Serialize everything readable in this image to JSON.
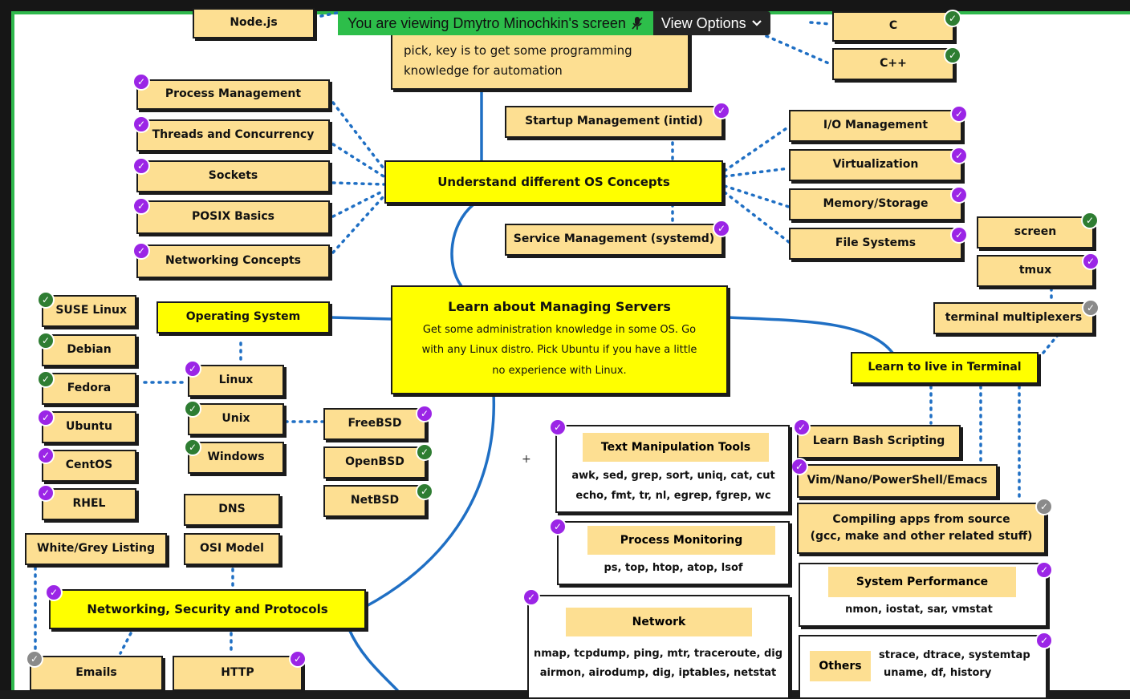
{
  "banner": {
    "viewing_text": "You are viewing Dmytro Minochkin's screen",
    "mic_icon": "mic-muted-icon",
    "view_options_label": "View Options",
    "chevron_icon": "chevron-down-icon"
  },
  "colors": {
    "share_border": "#2fb84c",
    "node_fill": "#fddf92",
    "topic_fill": "#ffff00",
    "connector": "#1f6fc4",
    "done_badge": "#9b25e6",
    "alt_badge": "#2e7d32",
    "skip_badge": "#8a8a8a"
  },
  "roadmap": {
    "top_nodes": {
      "nodejs": "Node.js",
      "programming_line1": "pick, key is to get some programming",
      "programming_line2": "knowledge for automation",
      "c": "C",
      "cpp": "C++"
    },
    "os_concepts": {
      "title": "Understand different OS Concepts",
      "left": [
        "Process Management",
        "Threads and Concurrency",
        "Sockets",
        "POSIX Basics",
        "Networking Concepts"
      ],
      "startup": "Startup Management (intid)",
      "service": "Service Management (systemd)",
      "right": [
        "I/O Management",
        "Virtualization",
        "Memory/Storage",
        "File Systems"
      ]
    },
    "servers": {
      "title": "Learn about Managing Servers",
      "line1": "Get some administration knowledge in some OS. Go",
      "line2": "with any Linux distro. Pick Ubuntu if you have a little",
      "line3": "no experience with Linux."
    },
    "operating_system": {
      "title": "Operating System",
      "distros": [
        "SUSE Linux",
        "Debian",
        "Fedora",
        "Ubuntu",
        "CentOS",
        "RHEL"
      ],
      "linux": "Linux",
      "unix": "Unix",
      "windows": "Windows",
      "bsd": [
        "FreeBSD",
        "OpenBSD",
        "NetBSD"
      ]
    },
    "networking": {
      "title": "Networking, Security and Protocols",
      "dns": "DNS",
      "osi": "OSI Model",
      "whitelist": "White/Grey Listing",
      "emails": "Emails",
      "http": "HTTP"
    },
    "terminal": {
      "title": "Learn to live in Terminal",
      "screen": "screen",
      "tmux": "tmux",
      "multiplexers": "terminal multiplexers",
      "bash": "Learn Bash Scripting",
      "editors": "Vim/Nano/PowerShell/Emacs",
      "compiling_line1": "Compiling apps from source",
      "compiling_line2": "(gcc, make and other related stuff)",
      "text_tools": {
        "label": "Text Manipulation Tools",
        "line1": "awk, sed, grep, sort, uniq, cat, cut",
        "line2": "echo, fmt, tr, nl, egrep, fgrep, wc"
      },
      "process_monitoring": {
        "label": "Process Monitoring",
        "line1": "ps, top, htop, atop, lsof"
      },
      "network": {
        "label": "Network",
        "line1": "nmap, tcpdump, ping, mtr, traceroute, dig",
        "line2": "airmon, airodump, dig, iptables, netstat"
      },
      "system_performance": {
        "label": "System Performance",
        "line1": "nmon, iostat, sar, vmstat"
      },
      "others": {
        "label": "Others",
        "line1": "strace, dtrace, systemtap",
        "line2": "uname, df, history"
      }
    }
  }
}
